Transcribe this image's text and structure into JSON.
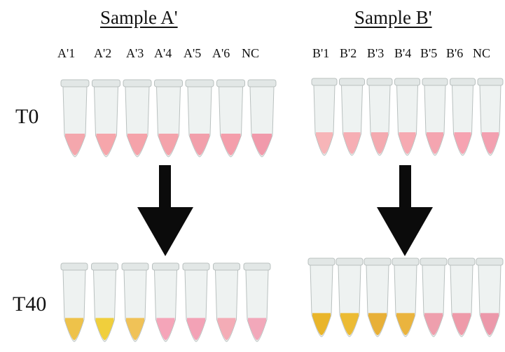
{
  "panels": [
    {
      "title": "Sample A'",
      "lanes": [
        "A'1",
        "A'2",
        "A'3",
        "A'4",
        "A'5",
        "A'6",
        "NC"
      ],
      "t0_liquid_colors": [
        "#f4a7ad",
        "#f6a6ab",
        "#f5a3aa",
        "#f4a3ab",
        "#f29fab",
        "#f49eab",
        "#f19aab"
      ],
      "t40_liquid_colors": [
        "#eec24a",
        "#f0cf3c",
        "#f0c257",
        "#f5a5b9",
        "#f3a2b6",
        "#f4acb6",
        "#f2a8ba"
      ]
    },
    {
      "title": "Sample B'",
      "lanes": [
        "B'1",
        "B'2",
        "B'3",
        "B'4",
        "B'5",
        "B'6",
        "NC"
      ],
      "t0_liquid_colors": [
        "#f7b5b8",
        "#f6aeb4",
        "#f4aab0",
        "#f6aab2",
        "#f4a5b0",
        "#f6a3b1",
        "#f3a0b0"
      ],
      "t40_liquid_colors": [
        "#e9b52a",
        "#ecbb34",
        "#e8b038",
        "#eab43e",
        "#ee9fad",
        "#ee9aa9",
        "#ec98aa"
      ]
    }
  ],
  "time_points": [
    "T0",
    "T40"
  ],
  "colors": {
    "tube_body": "#eef2f1",
    "tube_outline": "#b9c0bf",
    "arrow": "#0b0b0b"
  }
}
